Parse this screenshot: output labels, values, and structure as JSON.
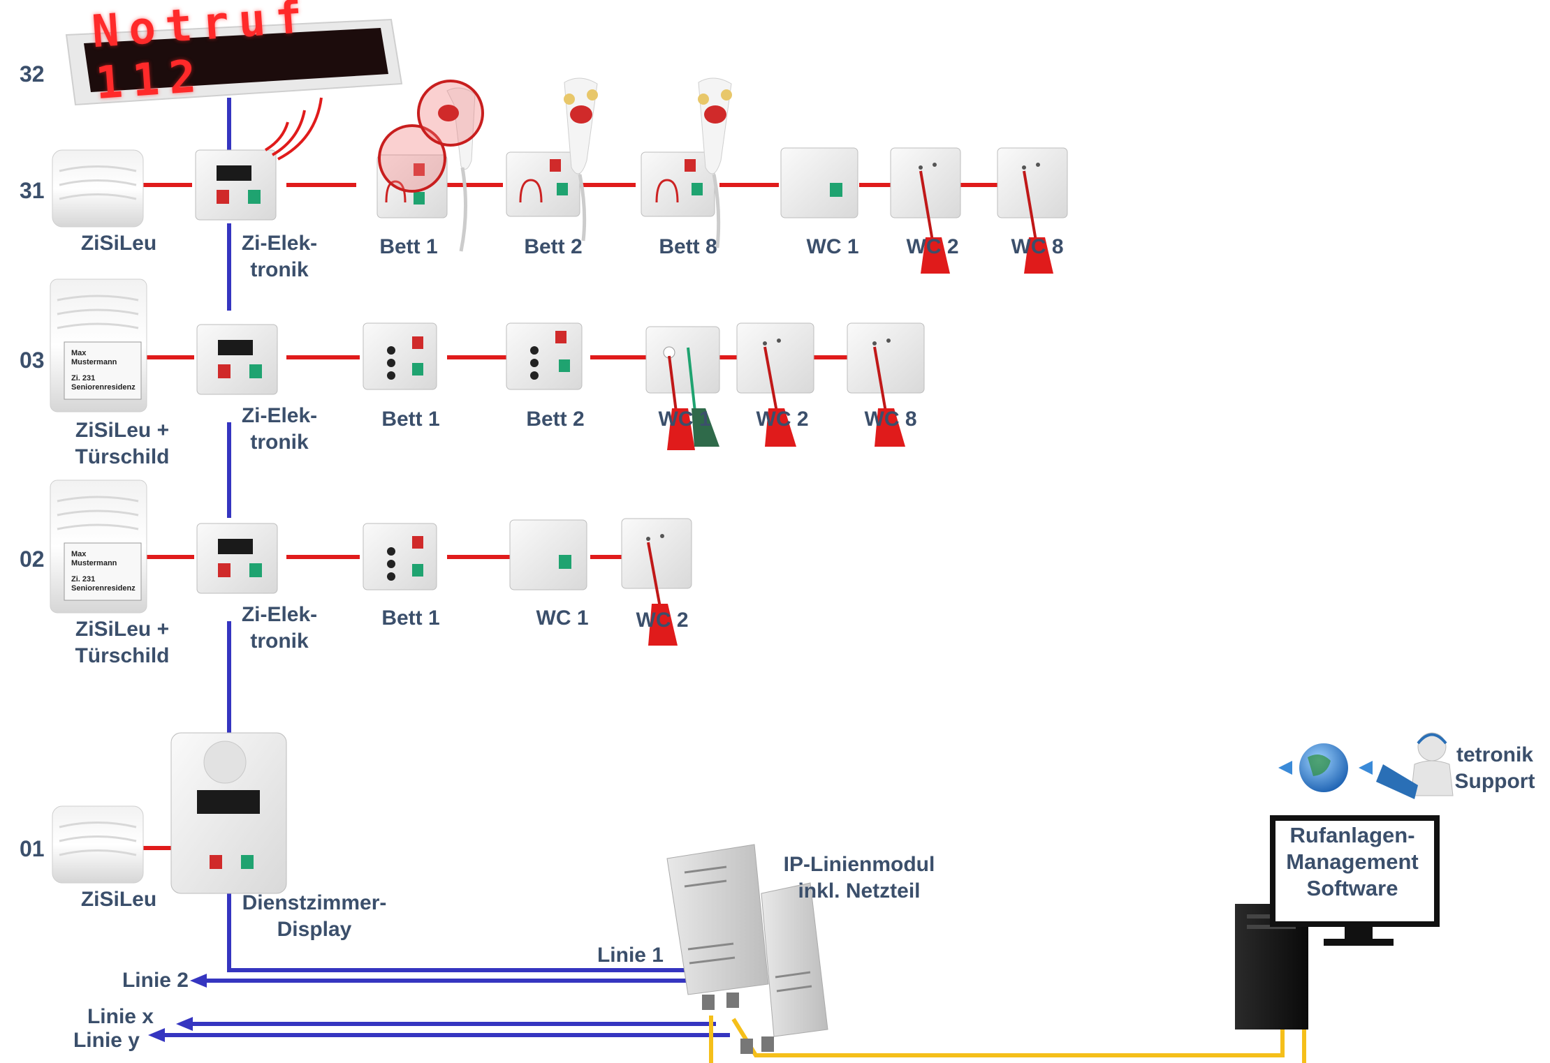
{
  "sign": {
    "text": "Notruf 112"
  },
  "rows": [
    {
      "id": "32",
      "label": "32"
    },
    {
      "id": "31",
      "label": "31"
    },
    {
      "id": "03",
      "label": "03"
    },
    {
      "id": "02",
      "label": "02"
    },
    {
      "id": "01",
      "label": "01"
    }
  ],
  "row31": {
    "zisileu": "ZiSiLeu",
    "zi_elektronik": "Zi-Elek-\ntronik",
    "bett1": "Bett 1",
    "bett2": "Bett 2",
    "bett8": "Bett 8",
    "wc1": "WC 1",
    "wc2": "WC 2",
    "wc8": "WC 8"
  },
  "row03": {
    "zisileu": "ZiSiLeu +\nTürschild",
    "zi_elektronik": "Zi-Elek-\ntronik",
    "bett1": "Bett 1",
    "bett2": "Bett 2",
    "wc1": "WC 1",
    "wc2": "WC 2",
    "wc8": "WC 8"
  },
  "row02": {
    "zisileu": "ZiSiLeu +\nTürschild",
    "zi_elektronik": "Zi-Elek-\ntronik",
    "bett1": "Bett 1",
    "wc1": "WC 1",
    "wc2": "WC 2"
  },
  "row01": {
    "zisileu": "ZiSiLeu",
    "dienstzimmer": "Dienstzimmer-\nDisplay"
  },
  "door_sign": {
    "line1": "Max",
    "line2": "Mustermann",
    "line3": "Zi. 231",
    "line4": "Seniorenresidenz"
  },
  "lines": {
    "linie1": "Linie 1",
    "linie2": "Linie 2",
    "linie_x": "Linie x",
    "linie_y": "Linie y"
  },
  "ip_module": {
    "label": "IP-Linienmodul\ninkl. Netzteil"
  },
  "software": {
    "label": "Rufanlagen-\nManagement\nSoftware"
  },
  "support": {
    "label": "tetronik\nSupport"
  },
  "colors": {
    "bus_red": "#e01b1b",
    "bus_blue": "#3535c0",
    "ethernet_yellow": "#f5bf1a",
    "label_text": "#3b4f6b"
  }
}
